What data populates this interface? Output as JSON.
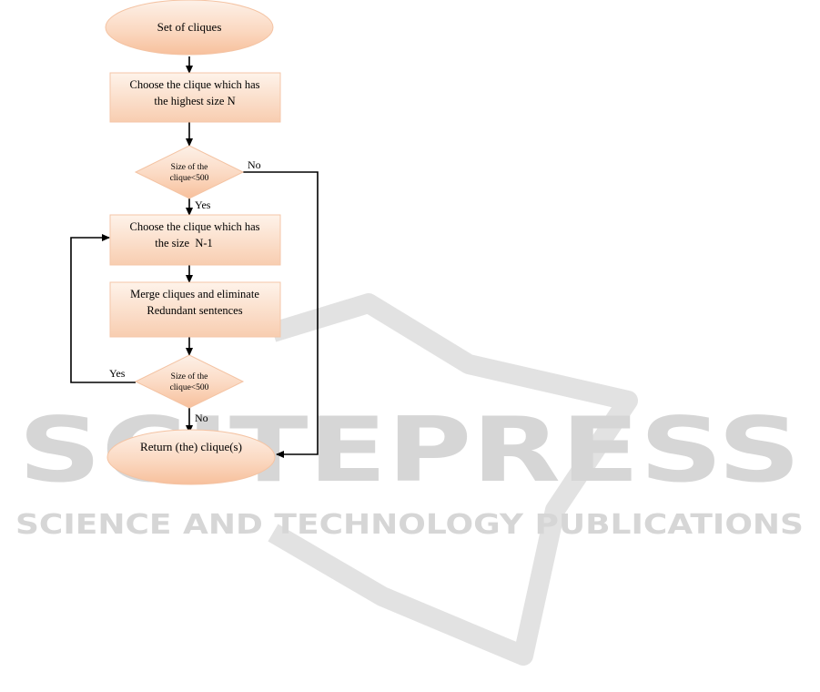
{
  "watermark": {
    "title": "SCITEPRESS",
    "subtitle": "SCIENCE AND TECHNOLOGY PUBLICATIONS",
    "color": "#d9d9d9"
  },
  "flowchart": {
    "start": "Set of cliques",
    "step1": [
      "Choose the clique which has",
      "the highest size N"
    ],
    "decision1": [
      "Size of the",
      "clique<500"
    ],
    "decision1_no": "No",
    "decision1_yes": "Yes",
    "step2": [
      "Choose the clique which has",
      "the size  N-1"
    ],
    "step3": [
      "Merge cliques and eliminate",
      "Redundant sentences"
    ],
    "decision2": [
      "Size of the",
      "clique<500"
    ],
    "decision2_yes": "Yes",
    "decision2_no": "No",
    "end": "Return (the) clique(s)"
  },
  "colors": {
    "fill_light": "#fdeee3",
    "fill_dark": "#f8c6a6",
    "line": "#000000"
  }
}
